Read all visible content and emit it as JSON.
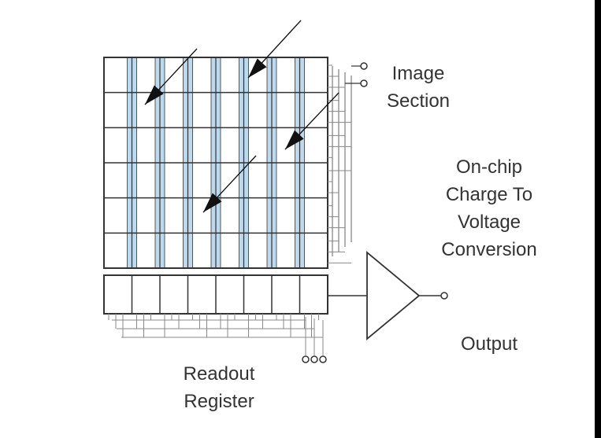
{
  "labels": {
    "image_section": [
      "Image",
      "Section"
    ],
    "conversion": [
      "On-chip",
      "Charge To",
      "Voltage",
      "Conversion"
    ],
    "output": "Output",
    "readout_register": [
      "Readout",
      "Register"
    ]
  },
  "colors": {
    "line": "#333333",
    "stripe": "#bcd9ee",
    "lead_line": "#888888",
    "text": "#333333",
    "edge_bar": "#000000"
  },
  "grid": {
    "rows": 6,
    "columns": 8,
    "readout_cells": 8,
    "readout_pins": 3,
    "image_pins": 2
  },
  "icons": {
    "photon": "arrow-icon",
    "amplifier": "triangle-amplifier-icon",
    "terminal": "circle-terminal-icon"
  }
}
